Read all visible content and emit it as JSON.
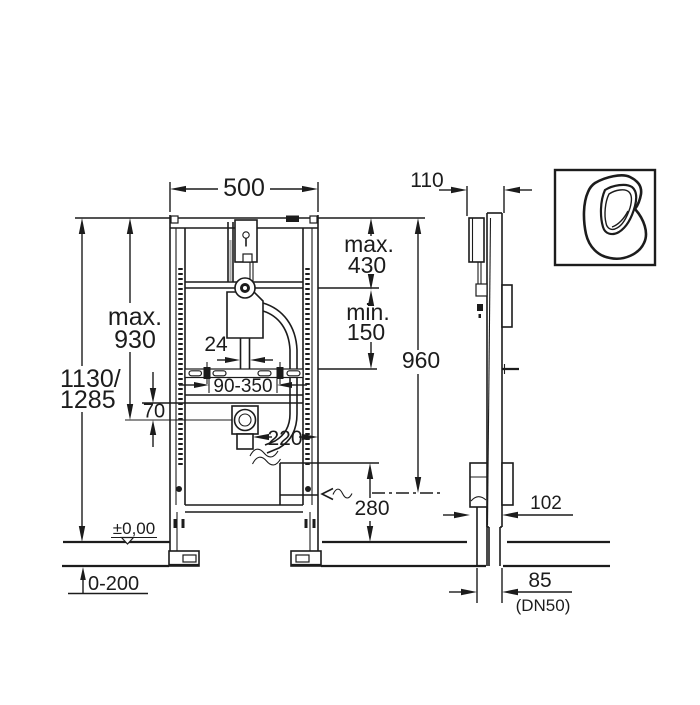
{
  "colors": {
    "ink": "#1c1c1c",
    "bg": "#ffffff"
  },
  "front_view": {
    "width": "500",
    "overall_height_l1": "1130/",
    "overall_height_l2": "1285",
    "valve_max_l1": "max.",
    "valve_max_l2": "930",
    "actuator_max_l1": "max.",
    "actuator_max_l2": "430",
    "inlet_min_l1": "min.",
    "inlet_min_l2": "150",
    "ceramic_height": "960",
    "flush_pipe_width": "24",
    "fixing_range": "90-350",
    "valve_drop": "70",
    "drain_to_frame": "220",
    "drain_height": "280",
    "floor_level": "±0,00",
    "foot_adjust": "0-200"
  },
  "side_view": {
    "depth": "110",
    "bracket_depth": "102",
    "drain_offset": "85",
    "drain_size": "(DN50)"
  },
  "icon": {
    "name": "urinal"
  }
}
